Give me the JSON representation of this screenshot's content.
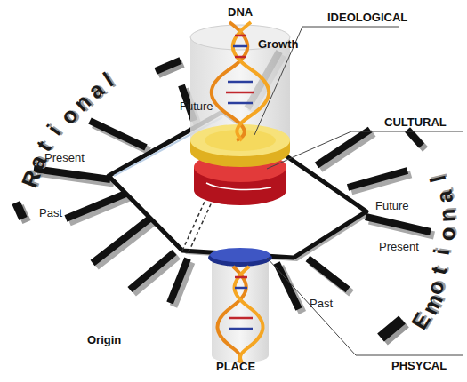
{
  "diagram": {
    "labels": [
      "IDEOLOGICAL",
      "DNA",
      "Growth",
      "CULTURAL",
      "Rational",
      "Future",
      "Present",
      "Future",
      "Past",
      "Present",
      "Emotional",
      "Past",
      "Origin",
      "PLACE",
      "PHSYCAL"
    ]
  }
}
